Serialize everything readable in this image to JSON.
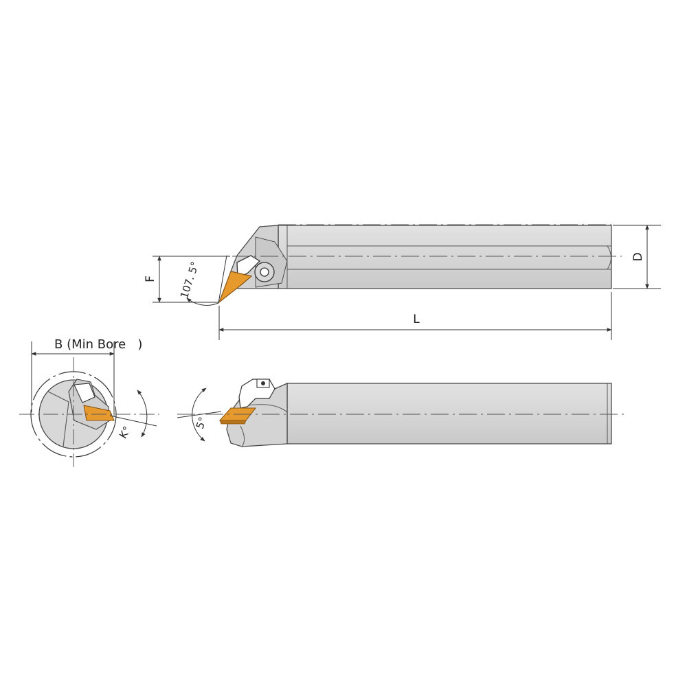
{
  "labels": {
    "F": "F",
    "D": "D",
    "L": "L",
    "B": "B (Min Bore   )",
    "angle_lead": "107. 5°",
    "angle_clearance": "5°",
    "angle_k": "K°"
  },
  "colors": {
    "background": "#ffffff",
    "body": "#d7d7d7",
    "body_shade": "#c6c6c6",
    "outline": "#4a4a4a",
    "insert": "#e69a2e",
    "insert_dark": "#b8741a",
    "centerline": "#555555"
  }
}
